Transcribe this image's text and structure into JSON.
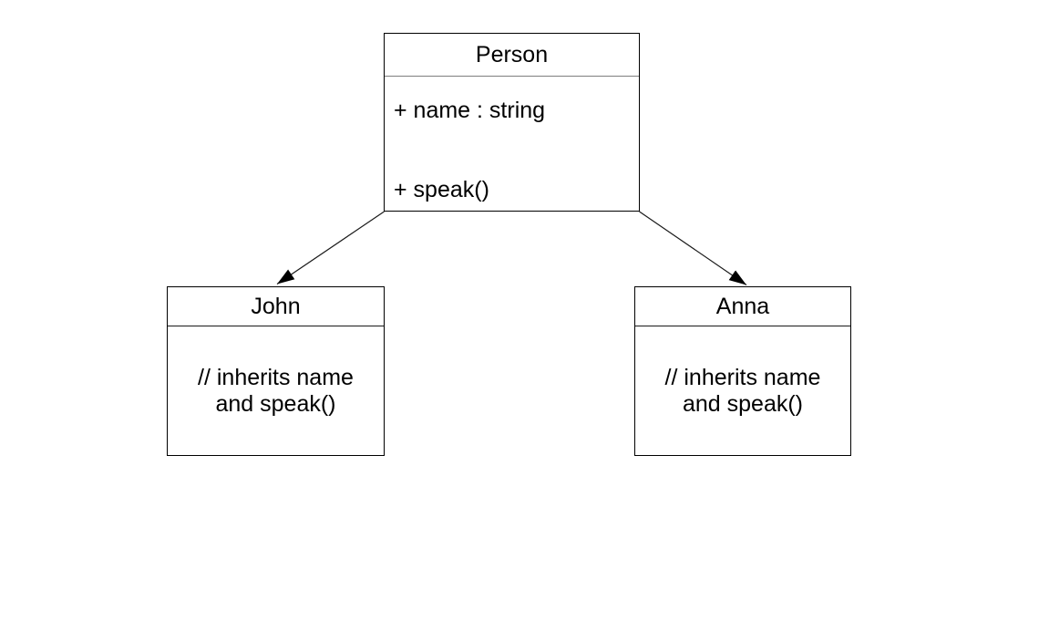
{
  "diagram": {
    "kind": "uml-class-diagram",
    "background_color": "#ffffff",
    "line_color": "#000000",
    "nodes": {
      "person": {
        "title": "Person",
        "attribute": "+ name : string",
        "method": "+ speak()"
      },
      "john": {
        "title": "John",
        "note_line1": "// inherits name",
        "note_line2": "and speak()"
      },
      "anna": {
        "title": "Anna",
        "note_line1": "// inherits name",
        "note_line2": "and speak()"
      }
    },
    "edges": [
      {
        "from": "Person",
        "to": "John",
        "style": "solid-line-filled-arrowhead"
      },
      {
        "from": "Person",
        "to": "Anna",
        "style": "solid-line-filled-arrowhead"
      }
    ]
  }
}
